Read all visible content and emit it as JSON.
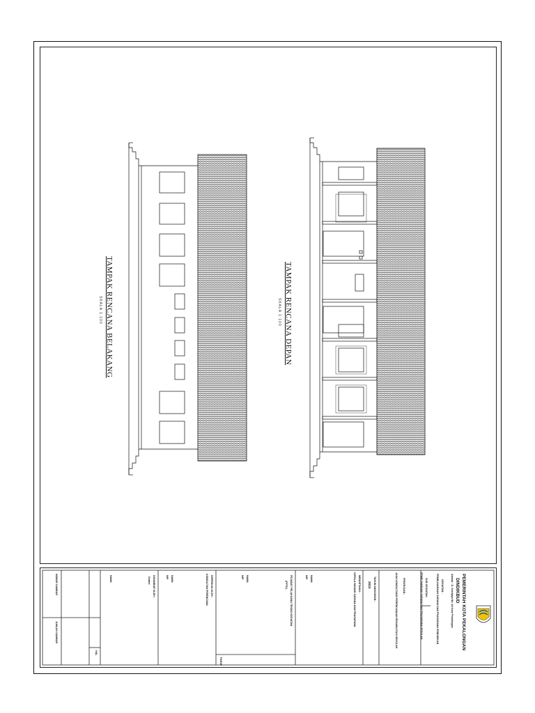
{
  "drawings": {
    "rear": {
      "title": "TAMPAK RENCANA BELAKANG",
      "scale": "SKALA 1:100"
    },
    "front": {
      "title": "TAMPAK RENCANA DEPAN",
      "scale": "SKALA 1:100"
    }
  },
  "title_block": {
    "agency": "PEMERINTAH KOTA PEKALONGAN",
    "agency_sub": "DINDIKBUD",
    "address": "Alamat : Jl. Sriwijaya No. 44 Kota Pekalongan",
    "kegiatan_label": "KEGIATAN :",
    "kegiatan": "PEMELIHARAAN SARANA DAN PRASARANA PENDIDIKAN",
    "sub_kegiatan_label": "SUB KEGIATAN :",
    "sub_kegiatan": "PEMELIHARAAN SARANA DAN PRASARANA SEKOLAH",
    "pekerjaan_label": "PEKERJAAN :",
    "pekerjaan": "JASA KONSULTANSI PERENCANAAN REHABILITASI SEKOLAH",
    "tahun_label": "TAHUN ANGGARAN :",
    "tahun": "2024",
    "mengetahui_label": "MENGETAHUI :",
    "mengetahui_role": "KEPALA BIDANG SARANA DAN PRASARANA",
    "signer1_name": "NAMA",
    "signer1_nip": "NIP.",
    "ppk_label": "PARAF",
    "signer2_name": "NAMA",
    "signer2_nip": "NIP.",
    "pptk_role": "PEJABAT PELAKSANA TEKNIS KEGIATAN",
    "pptk_abbr": "(PPTK)",
    "konsultan_label": "DIPERIKSA OLEH :",
    "konsultan_role": "KONSULTAN PERENCANA",
    "signer3_name": "NAMA",
    "signer3_nip": "NIP.",
    "drawn_label": "DIGAMBAR OLEH :",
    "drafter_role": "Drafter",
    "signer4_name": "NAMA",
    "sheet_label": "HAL",
    "nomor_label": "NOMOR GAMBAR",
    "jumlah_label": "JUMLAH GAMBAR"
  }
}
